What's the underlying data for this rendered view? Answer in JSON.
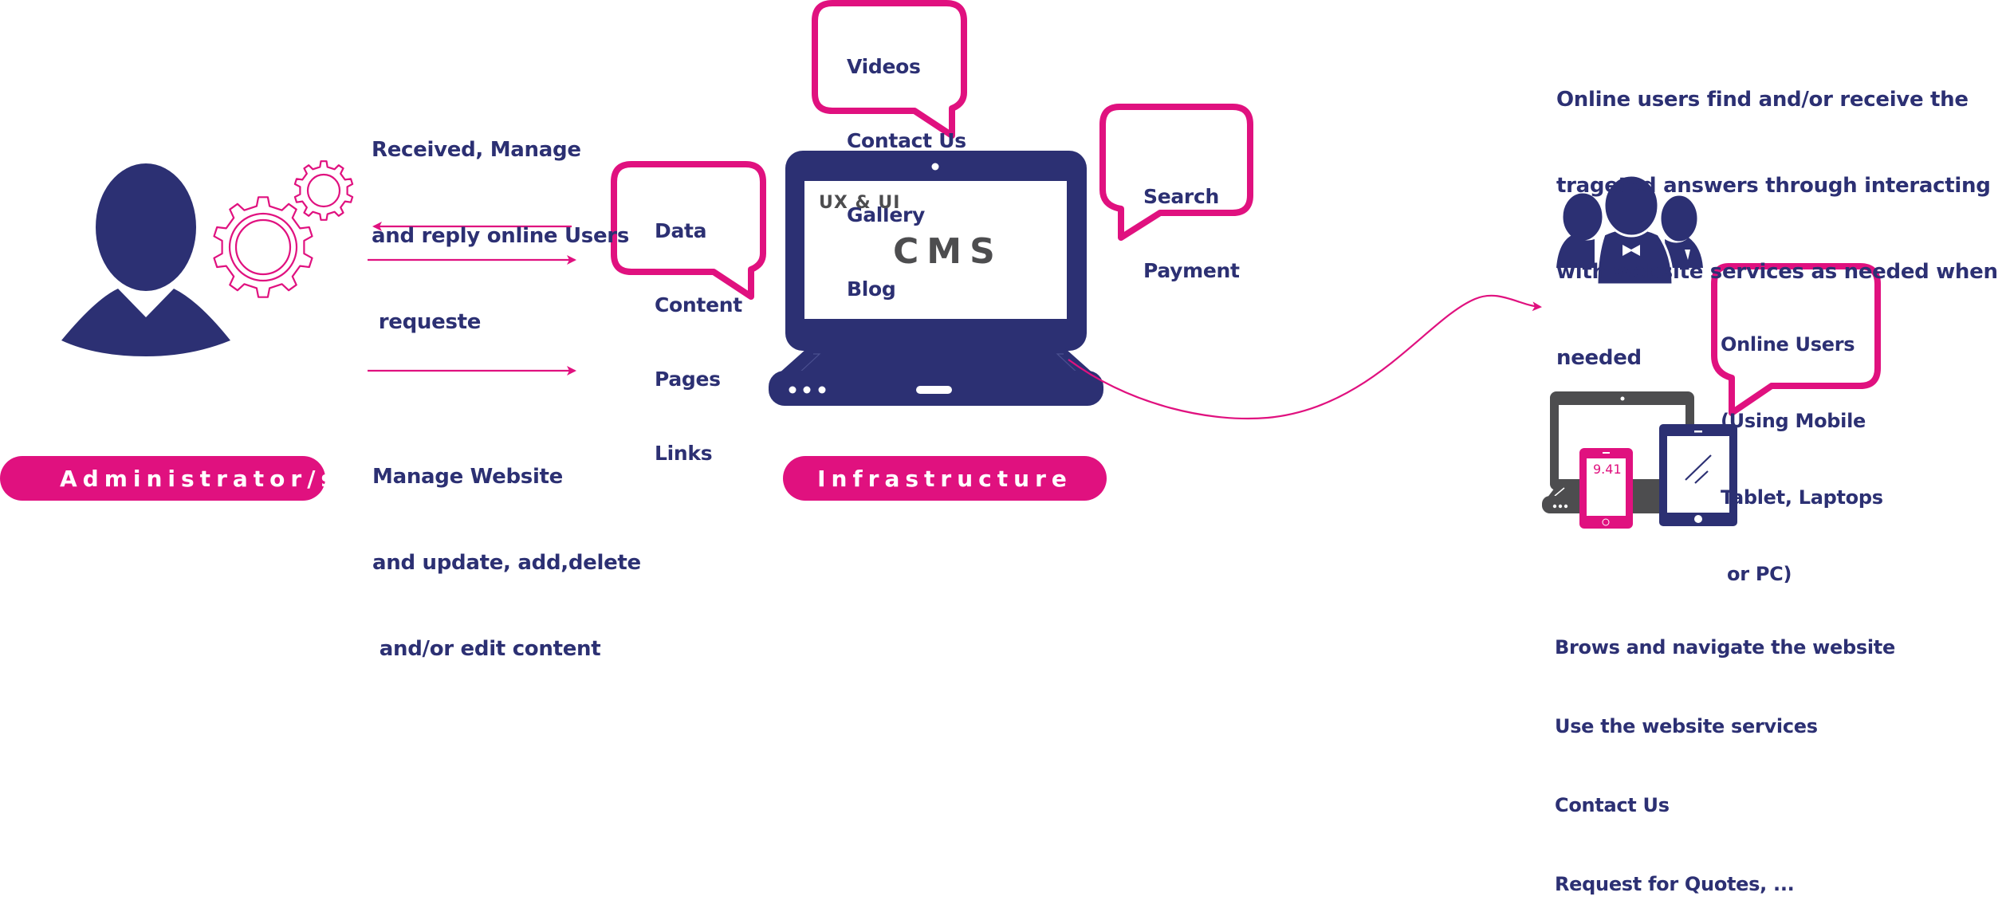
{
  "colors": {
    "navy": "#2c3073",
    "pink": "#e0117f",
    "grey": "#4d4d4f",
    "white": "#ffffff"
  },
  "administrator": {
    "label": "Administrator/s",
    "icons": [
      "person-icon",
      "gears-icon"
    ]
  },
  "admin_to_cms_notes": {
    "top_text": [
      "Received, Manage",
      "and reply online Users",
      " requeste"
    ],
    "bottom_text": [
      "Manage Website",
      "and update, add,delete",
      " and/or edit content"
    ],
    "arrows": [
      "arrow-left",
      "arrow-right",
      "arrow-right"
    ]
  },
  "infrastructure": {
    "label": "Infrastructure",
    "laptop_screen": {
      "subtitle": "UX & UI",
      "title": "CMS"
    },
    "bubbles": {
      "data": [
        "Data",
        "Content",
        "Pages",
        "Links"
      ],
      "media": [
        "Videos",
        "Contact Us",
        "Gallery",
        "Blog"
      ],
      "services": [
        "Search",
        "Payment"
      ]
    }
  },
  "online_users": {
    "description": [
      "Online users find and/or receive the",
      "trageted answers through interacting",
      "with website services as needed when",
      "needed"
    ],
    "bubble": [
      "Online Users",
      "(Using Mobile",
      "Tablet, Laptops",
      " or PC)"
    ],
    "phone_time": "9.41",
    "actions": [
      "Brows and navigate the website",
      "Use the website services",
      "Contact Us",
      "Request for Quotes, ..."
    ]
  }
}
